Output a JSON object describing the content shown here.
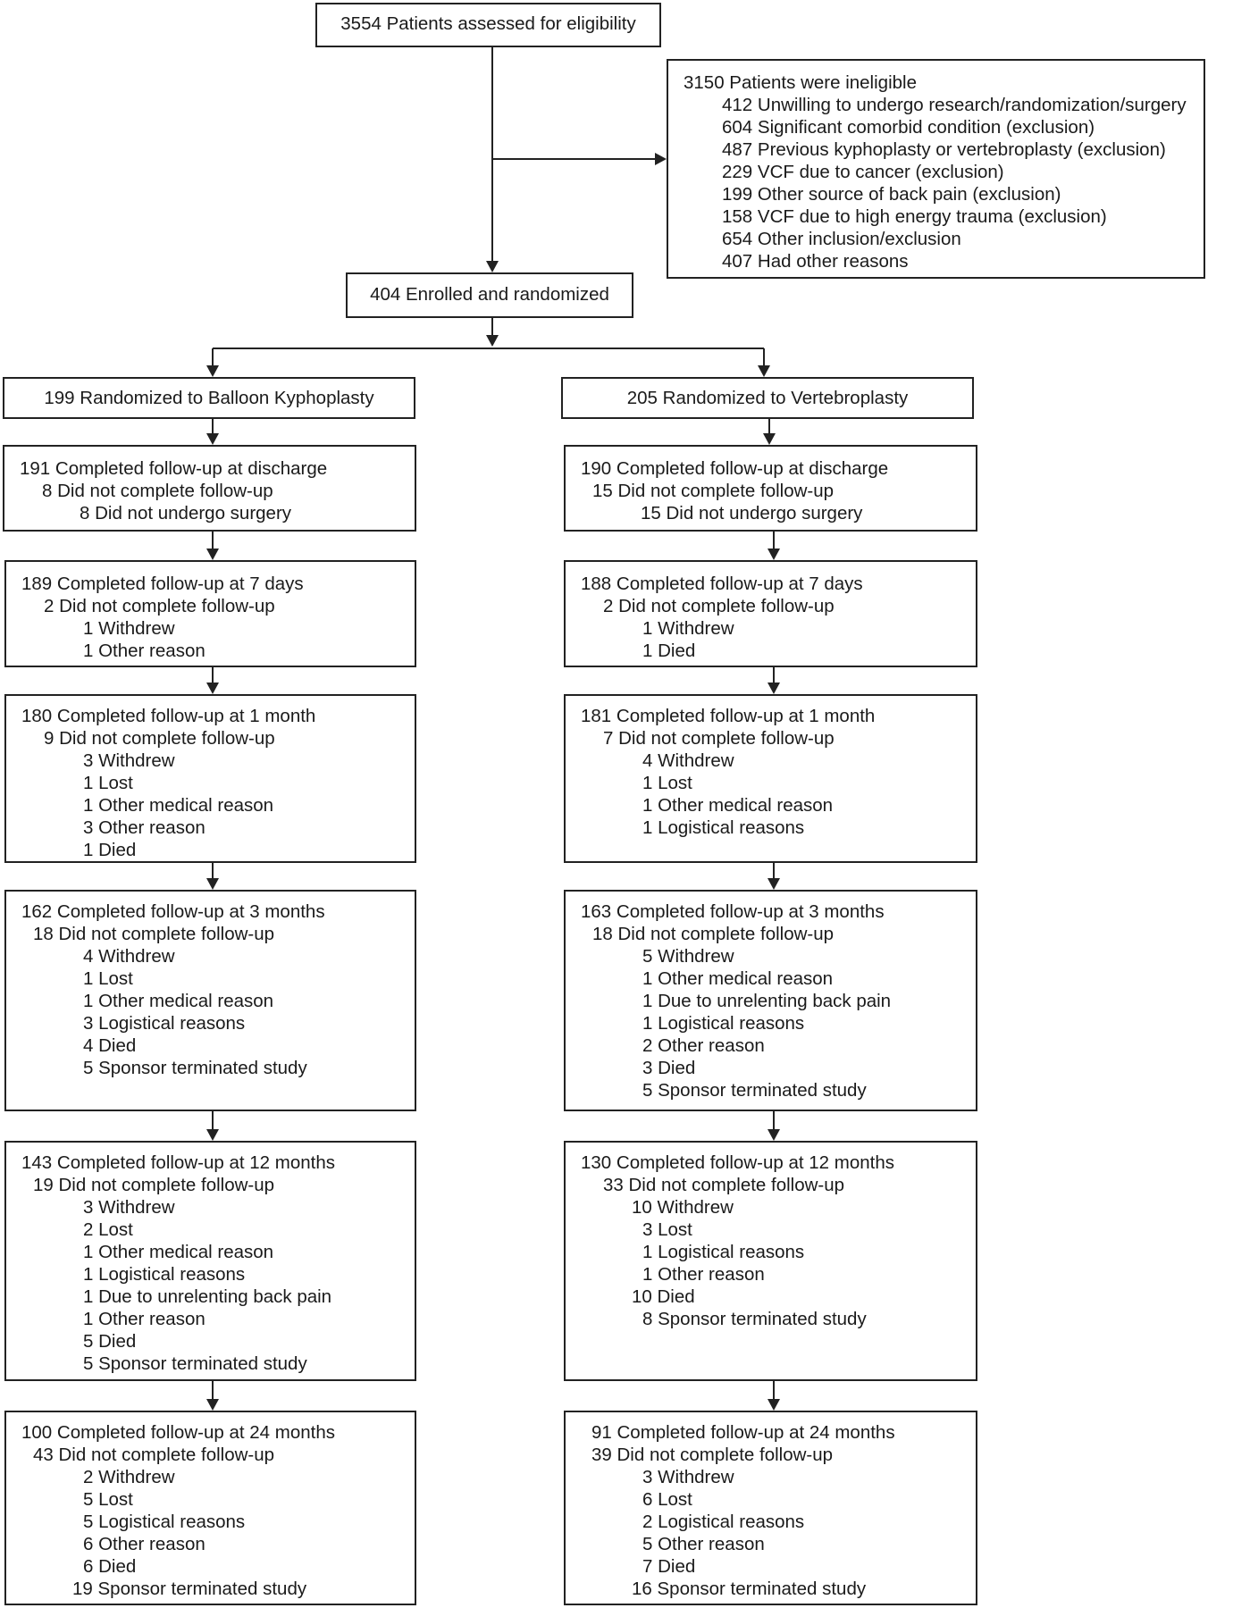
{
  "top": {
    "assessed": "3554 Patients assessed for eligibility",
    "enrolled": "404 Enrolled and randomized"
  },
  "ineligible": {
    "title": "3150 Patients were ineligible",
    "reasons": [
      "412 Unwilling to undergo research/randomization/surgery",
      "604 Significant comorbid condition (exclusion)",
      "487 Previous kyphoplasty or vertebroplasty (exclusion)",
      "229 VCF due to cancer (exclusion)",
      "199 Other source of back pain (exclusion)",
      "158 VCF due to high energy trauma (exclusion)",
      "654 Other inclusion/exclusion",
      "407 Had other reasons"
    ]
  },
  "arms": [
    {
      "title": "199 Randomized to Balloon Kyphoplasty",
      "stages": [
        {
          "completed": "191 Completed follow-up at discharge",
          "not_completed": "8 Did not complete follow-up",
          "reasons": [
            "8 Did not undergo surgery"
          ]
        },
        {
          "completed": "189 Completed follow-up at 7 days",
          "not_completed": "2 Did not complete follow-up",
          "reasons": [
            "1 Withdrew",
            "1 Other reason"
          ]
        },
        {
          "completed": "180 Completed follow-up at 1 month",
          "not_completed": "9 Did not complete follow-up",
          "reasons": [
            "3 Withdrew",
            "1 Lost",
            "1 Other medical reason",
            "3 Other reason",
            "1 Died"
          ]
        },
        {
          "completed": "162 Completed follow-up at 3 months",
          "not_completed": "18 Did not complete follow-up",
          "reasons": [
            "4 Withdrew",
            "1 Lost",
            "1 Other medical reason",
            "3 Logistical reasons",
            "4 Died",
            "5 Sponsor terminated study"
          ]
        },
        {
          "completed": "143 Completed follow-up at 12 months",
          "not_completed": "19 Did not complete follow-up",
          "reasons": [
            "3 Withdrew",
            "2 Lost",
            "1 Other medical reason",
            "1 Logistical reasons",
            "1 Due to unrelenting back pain",
            "1 Other reason",
            "5 Died",
            "5 Sponsor terminated study"
          ]
        },
        {
          "completed": "100 Completed follow-up at 24 months",
          "not_completed": "43 Did not complete follow-up",
          "reasons": [
            "2 Withdrew",
            "5 Lost",
            "5 Logistical reasons",
            "6 Other reason",
            "6 Died",
            "19 Sponsor terminated study"
          ]
        }
      ]
    },
    {
      "title": "205 Randomized to Vertebroplasty",
      "stages": [
        {
          "completed": "190 Completed follow-up at discharge",
          "not_completed": "15 Did not complete follow-up",
          "reasons": [
            "15 Did not undergo surgery"
          ]
        },
        {
          "completed": "188 Completed follow-up at 7 days",
          "not_completed": "2 Did not complete follow-up",
          "reasons": [
            "1 Withdrew",
            "1 Died"
          ]
        },
        {
          "completed": "181 Completed follow-up at 1 month",
          "not_completed": "7 Did not complete follow-up",
          "reasons": [
            "4 Withdrew",
            "1 Lost",
            "1 Other medical reason",
            "1 Logistical reasons"
          ]
        },
        {
          "completed": "163 Completed follow-up at 3 months",
          "not_completed": "18 Did not complete follow-up",
          "reasons": [
            "5 Withdrew",
            "1 Other medical reason",
            "1 Due to unrelenting back pain",
            "1 Logistical reasons",
            "2 Other reason",
            "3 Died",
            "5 Sponsor terminated study"
          ]
        },
        {
          "completed": "130 Completed follow-up at 12 months",
          "not_completed": "33 Did not complete follow-up",
          "reasons": [
            "10 Withdrew",
            "3 Lost",
            "1 Logistical reasons",
            "1 Other reason",
            "10 Died",
            "8 Sponsor terminated study"
          ]
        },
        {
          "completed": "91 Completed follow-up at 24 months",
          "not_completed": "39 Did not complete follow-up",
          "reasons": [
            "3 Withdrew",
            "6 Lost",
            "2 Logistical reasons",
            "5 Other reason",
            "7 Died",
            "16 Sponsor terminated study"
          ]
        }
      ]
    }
  ]
}
